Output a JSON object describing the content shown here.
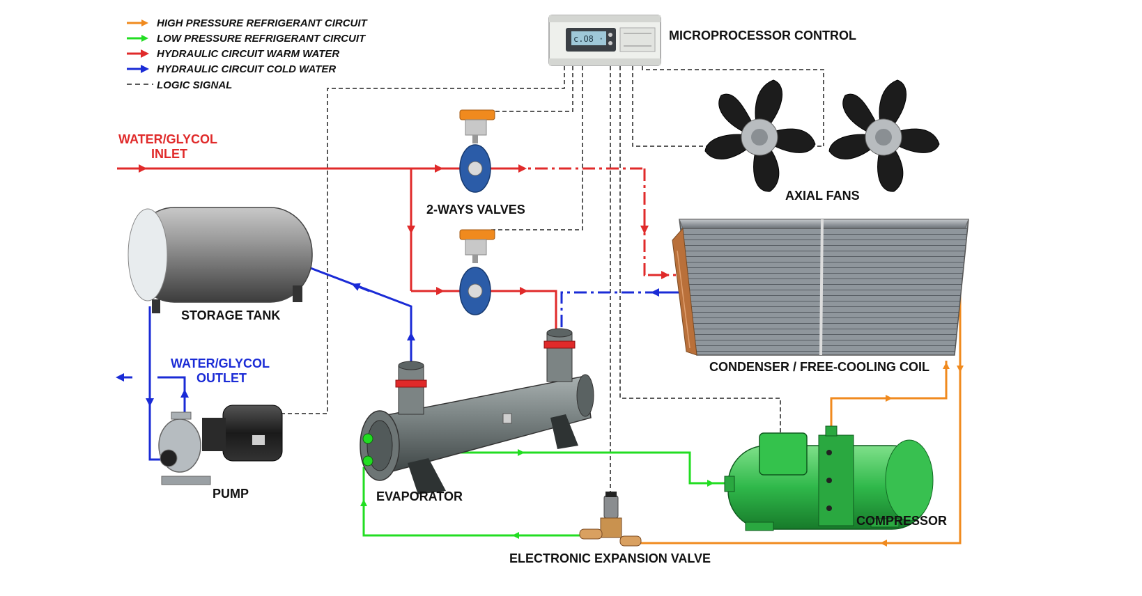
{
  "legend": {
    "high_pressure": "HIGH PRESSURE REFRIGERANT CIRCUIT",
    "low_pressure": "LOW PRESSURE REFRIGERANT CIRCUIT",
    "warm_water": "HYDRAULIC CIRCUIT WARM WATER",
    "cold_water": "HYDRAULIC CIRCUIT COLD WATER",
    "logic_signal": "LOGIC SIGNAL"
  },
  "labels": {
    "microprocessor": "MICROPROCESSOR CONTROL",
    "axial_fans": "AXIAL FANS",
    "condenser": "CONDENSER / FREE-COOLING COIL",
    "two_ways_valves": "2-WAYS VALVES",
    "storage_tank": "STORAGE TANK",
    "inlet_line1": "WATER/GLYCOL",
    "inlet_line2": "INLET",
    "outlet_line1": "WATER/GLYCOL",
    "outlet_line2": "OUTLET",
    "pump": "PUMP",
    "evaporator": "EVAPORATOR",
    "compressor": "COMPRESSOR",
    "expansion_valve": "ELECTRONIC EXPANSION VALVE",
    "controller_display": "c.O8 ·"
  },
  "colors": {
    "high_pressure": "#f08a1e",
    "low_pressure": "#22dd22",
    "warm_water": "#e02a2a",
    "cold_water": "#1a2bd6",
    "logic_signal": "#222222"
  }
}
